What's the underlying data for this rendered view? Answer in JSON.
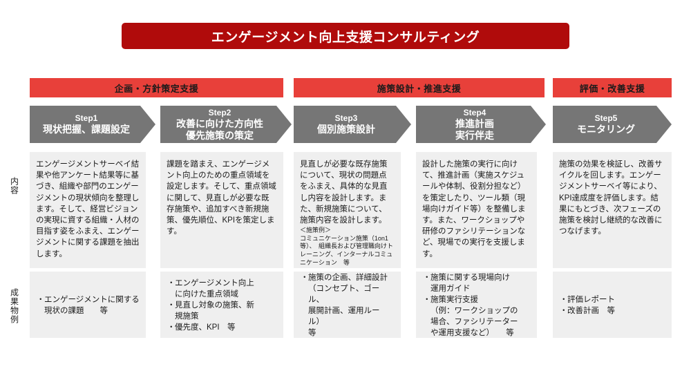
{
  "title": {
    "text": "エンゲージメント向上支援コンサルティング",
    "bg_color": "#B00B0B"
  },
  "row_labels": {
    "content": "内容",
    "deliverables": "成果物例"
  },
  "categories": [
    {
      "label": "企画・方針策定支援",
      "color": "#E8403A"
    },
    {
      "label": "施策設計・推進支援",
      "color": "#E8403A"
    },
    {
      "label": "評価・改善支援",
      "color": "#E8403A"
    }
  ],
  "steps": [
    {
      "number": "Step1",
      "name": "現状把握、課題設定",
      "content": "エンゲージメントサーベイ結果や他アンケート結果等に基づき、組織や部門のエンゲージメントの現状傾向を整理します。そして、経営ビジョンの実現に資する組織・人材の目指す姿をふまえ、エンゲージメントに関する課題を抽出します。",
      "content_sub": "",
      "deliverables": [
        "エンゲージメントに関する\n現状の課題　　等"
      ]
    },
    {
      "number": "Step2",
      "name": "改善に向けた方向性\n優先施策の策定",
      "content": "課題を踏まえ、エンゲージメント向上のための重点領域を設定します。そして、重点領域に関して、見直しが必要な既存施策や、追加すべき新規施策、優先順位、KPIを策定します。",
      "content_sub": "",
      "deliverables": [
        "エンゲージメント向上\nに向けた重点領域",
        "見直し対象の施策、新\n規施策",
        "優先度、KPI　等"
      ]
    },
    {
      "number": "Step3",
      "name": "個別施策設計",
      "content": "見直しが必要な既存施策について、現状の問題点をふまえ、具体的な見直し内容を設計します。また、新規施策について、施策内容を設計します。",
      "content_sub": "＜施策例＞\nコミュニケーション施策（1on1等）、　組織長および管理職向けトレーニング、インターナルコミュニケーション　等",
      "deliverables": [
        "施策の企画、詳細設計\n（コンセプト、ゴール、\n展開計画、運用ルール）\n等"
      ]
    },
    {
      "number": "Step4",
      "name": "推進計画\n実行伴走",
      "content": "設計した施策の実行に向けて、推進計画（実施スケジュールや体制、役割分担など）を策定したり、ツール類（現場向けガイド等）を整備します。また、ワークショップや研修のファシリテーションなど、現場での実行を支援します。",
      "content_sub": "",
      "deliverables": [
        "施策に関する現場向け\n運用ガイド",
        "施策実行支援\n（例：ワークショップの\n場合、ファシリテーター\nや運用支援など）　　等"
      ]
    },
    {
      "number": "Step5",
      "name": "モニタリング",
      "content": "施策の効果を検証し、改善サイクルを回します。エンゲージメントサーベイ等により、KPI達成度を評価します。結果にもとづき、次フェーズの施策を検討し継続的な改善につなげます。",
      "content_sub": "",
      "deliverables": [
        "評価レポート",
        "改善計画　等"
      ]
    }
  ],
  "bullet_glyph": "・"
}
